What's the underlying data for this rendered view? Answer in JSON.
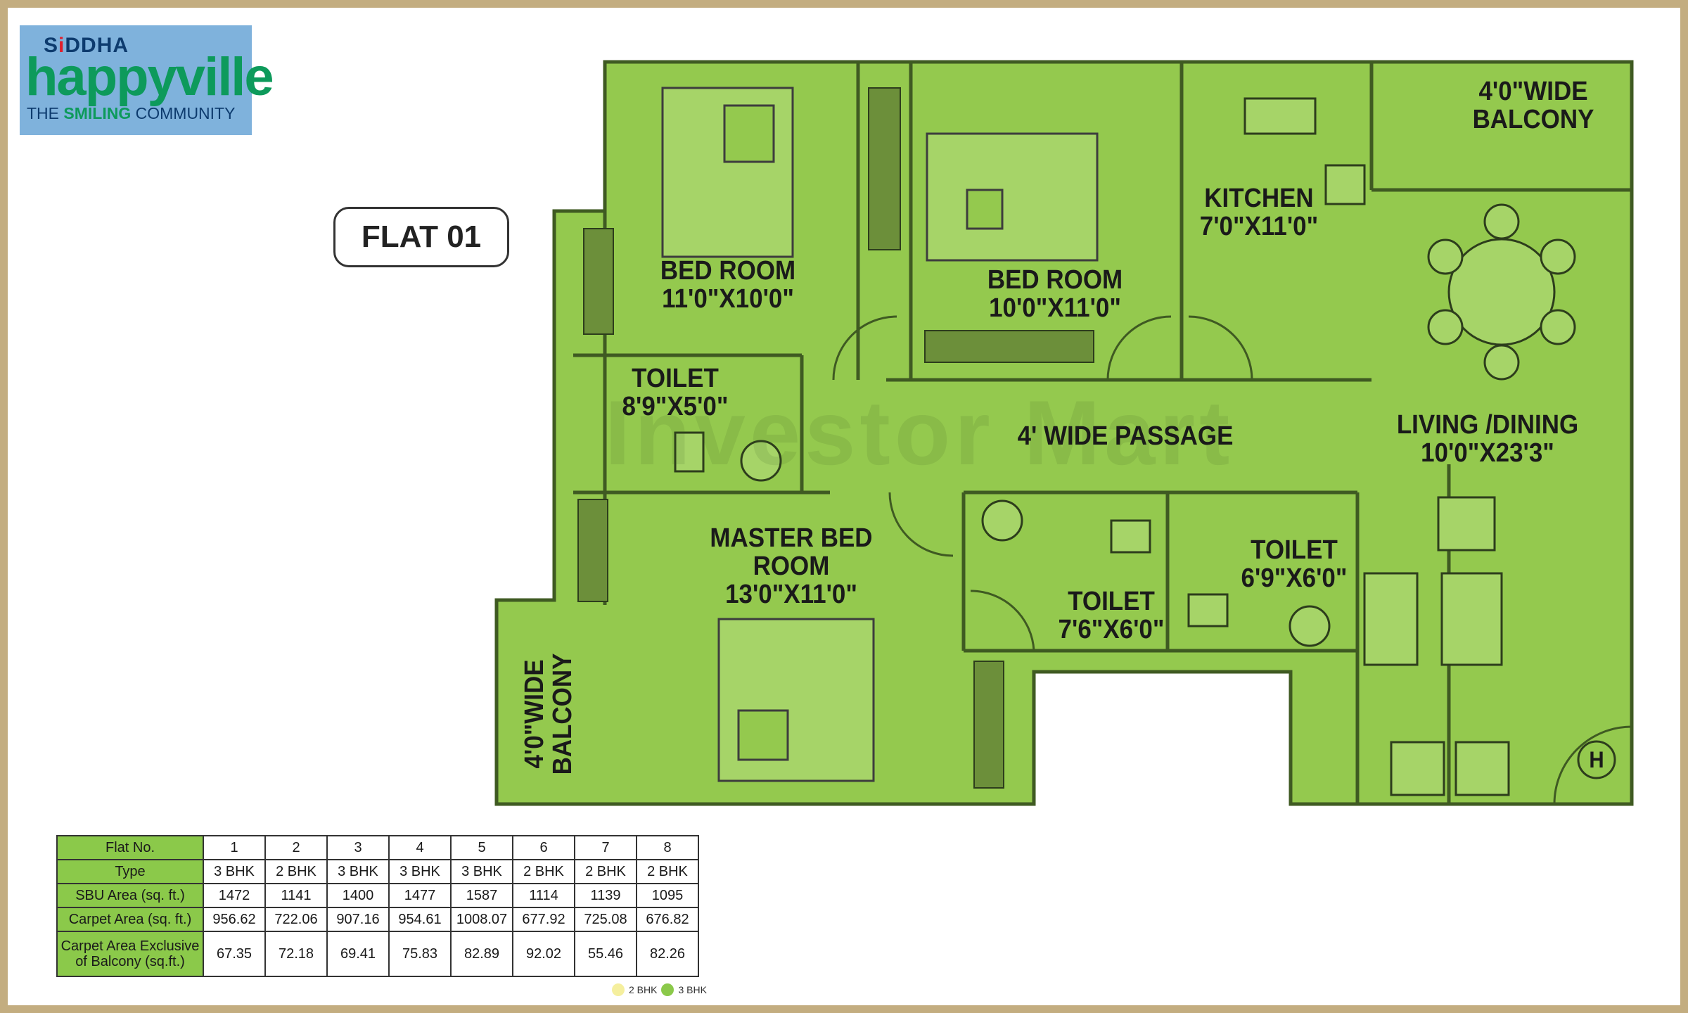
{
  "brand": {
    "company": "SIDDHA",
    "project": "happyville",
    "tagline_pre": "THE ",
    "tagline_mid": "SMILING",
    "tagline_post": " COMMUNITY"
  },
  "plan": {
    "callout": "FLAT 01",
    "watermark": "Investor Mart",
    "rooms": {
      "bed1": [
        "BED ROOM",
        "11'0\"X10'0\""
      ],
      "bed2": [
        "BED ROOM",
        "10'0\"X11'0\""
      ],
      "kitchen": [
        "KITCHEN",
        "7'0\"X11'0\""
      ],
      "balcony_top": [
        "4'0\"WIDE",
        "BALCONY"
      ],
      "toilet1": [
        "TOILET",
        "8'9\"X5'0\""
      ],
      "passage": "4' WIDE PASSAGE",
      "living": [
        "LIVING /DINING",
        "10'0\"X23'3\""
      ],
      "master": [
        "MASTER BED",
        "ROOM",
        "13'0\"X11'0\""
      ],
      "toilet2": [
        "TOILET",
        "7'6\"X6'0\""
      ],
      "toilet3": [
        "TOILET",
        "6'9\"X6'0\""
      ],
      "balcony_left": [
        "4'0\"WIDE",
        "BALCONY"
      ],
      "h_mark": "H"
    },
    "colors": {
      "floor": "#94c94e",
      "wall": "#4a6a2a",
      "outline": "#2d3d1c"
    }
  },
  "table": {
    "headers": [
      "Flat No.",
      "1",
      "2",
      "3",
      "4",
      "5",
      "6",
      "7",
      "8"
    ],
    "rows": [
      [
        "Type",
        "3 BHK",
        "2 BHK",
        "3 BHK",
        "3 BHK",
        "3 BHK",
        "2 BHK",
        "2 BHK",
        "2 BHK"
      ],
      [
        "SBU Area (sq. ft.)",
        "1472",
        "1141",
        "1400",
        "1477",
        "1587",
        "1114",
        "1139",
        "1095"
      ],
      [
        "Carpet Area (sq. ft.)",
        "956.62",
        "722.06",
        "907.16",
        "954.61",
        "1008.07",
        "677.92",
        "725.08",
        "676.82"
      ],
      [
        "Carpet Area Exclusive of Balcony (sq.ft.)",
        "67.35",
        "72.18",
        "69.41",
        "75.83",
        "82.89",
        "92.02",
        "55.46",
        "82.26"
      ]
    ]
  },
  "legend": [
    {
      "label": "2 BHK",
      "color": "#f5ef9e"
    },
    {
      "label": "3 BHK",
      "color": "#8bc94a"
    }
  ]
}
